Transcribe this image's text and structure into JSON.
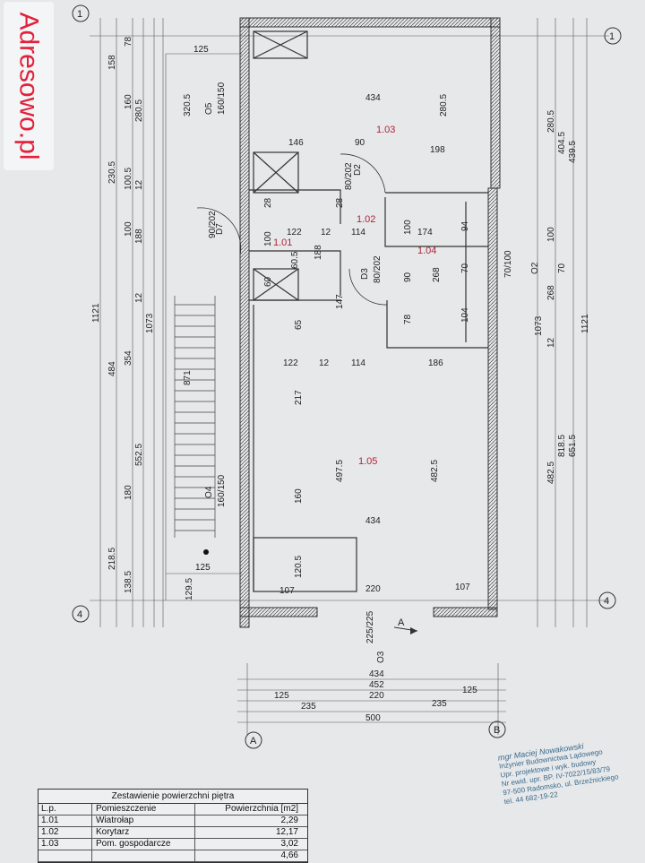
{
  "watermark": "Adresowo.pl",
  "axes": {
    "top": "1",
    "bottom": "4",
    "left": "A",
    "right": "B"
  },
  "rooms": [
    {
      "id": "1.01"
    },
    {
      "id": "1.02"
    },
    {
      "id": "1.03"
    },
    {
      "id": "1.04"
    },
    {
      "id": "1.05"
    }
  ],
  "dims_inner": [
    "434",
    "280.5",
    "146",
    "90",
    "198",
    "122",
    "12",
    "114",
    "174",
    "100",
    "94",
    "268",
    "70",
    "104",
    "90",
    "78",
    "186",
    "147",
    "65",
    "217",
    "497.5",
    "482.5",
    "160",
    "120.5",
    "107",
    "220",
    "107",
    "125",
    "60.5",
    "188",
    "100",
    "60",
    "28",
    "28"
  ],
  "doors": [
    "D2",
    "D3",
    "D3",
    "D7",
    "O2",
    "O4",
    "O5",
    "O3"
  ],
  "door_sizes": [
    "80/202",
    "90/202",
    "80/202",
    "160/150",
    "160/150",
    "70/100",
    "225/225"
  ],
  "dims_left": [
    "158",
    "78",
    "160",
    "280.5",
    "230.5",
    "100.5",
    "12",
    "100",
    "188",
    "1121",
    "12",
    "1073",
    "484",
    "354",
    "552.5",
    "180",
    "218.5",
    "138.5",
    "129.5",
    "320.5",
    "871",
    "125",
    "125"
  ],
  "dims_right": [
    "280.5",
    "404.5",
    "439.5",
    "100",
    "70",
    "268",
    "1073",
    "12",
    "482.5",
    "818.5",
    "651.5",
    "1121",
    "12"
  ],
  "dims_bottom": [
    "434",
    "452",
    "220",
    "125",
    "125",
    "235",
    "235",
    "500"
  ],
  "section_marker": "A",
  "table": {
    "caption": "Zestawienie powierzchni piętra",
    "headers": [
      "L.p.",
      "Pomieszczenie",
      "Powierzchnia [m2]"
    ],
    "rows": [
      [
        "1.01",
        "Wiatrołap",
        "2,29"
      ],
      [
        "1.02",
        "Korytarz",
        "12,17"
      ],
      [
        "1.03",
        "Pom. gospodarcze",
        "3,02"
      ],
      [
        "",
        "",
        "4,66"
      ]
    ]
  },
  "stamp": {
    "name": "mgr Maciej Nowakowski",
    "line1": "Inżynier Budownictwa Lądowego",
    "line2": "Upr. projektowe i wyk. budowy",
    "line3": "Nr ewid. upr. BP. IV-7022/15/83/79",
    "line4": "97-500 Radomsko, ul. Brzeźnickiego",
    "line5": "tel. 44 682-19-22"
  },
  "colors": {
    "room_labels": "#b0243a",
    "watermark": "#e2203b",
    "paper": "#e6e8ea",
    "lines": "#333333"
  }
}
